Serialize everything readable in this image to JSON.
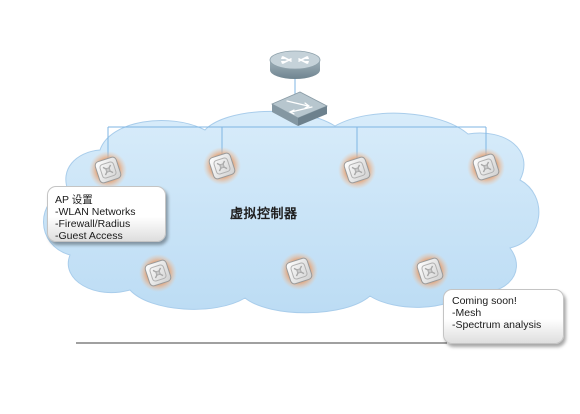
{
  "diagram": {
    "center_label": "虚拟控制器",
    "ap_settings": {
      "title": "AP 设置",
      "items": [
        "-WLAN Networks",
        "-Firewall/Radius",
        "-Guest Access"
      ]
    },
    "coming_soon": {
      "title": "Coming soon!",
      "items": [
        "-Mesh",
        "-Spectrum analysis"
      ]
    }
  },
  "colors": {
    "cloud_fill": "#c6e2f7",
    "connector_line": "#7fb6e3",
    "access_point_glow": "#e8a070",
    "router_top": "#c2cfd6",
    "switch_top": "#b4c4cc",
    "baseline": "#404040"
  },
  "icons": {
    "router": "router-icon",
    "switch": "switch-icon",
    "access_point": "access-point-icon"
  },
  "access_point_count": 7
}
